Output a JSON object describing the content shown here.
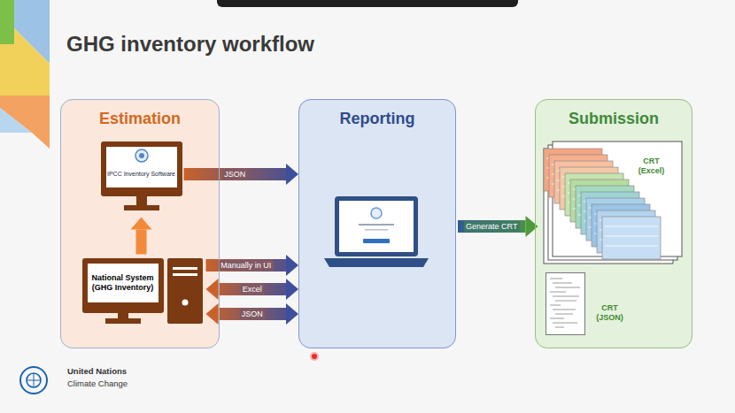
{
  "diagram": {
    "title": "GHG inventory workflow",
    "nodes": [
      {
        "text": [
          "Estimation"
        ]
      },
      {
        "text": [
          "IPCC Inventory Software"
        ],
        "in": 0
      },
      {
        "text": [
          "National System (GHG Inventory)"
        ],
        "in": 0
      },
      {
        "text": [
          "Reporting"
        ]
      },
      {
        "text": [
          "Submission"
        ]
      },
      {
        "text": [
          "CRT (Excel)"
        ],
        "in": 4
      },
      {
        "text": [
          "CRT (JSON)"
        ],
        "in": 4
      }
    ],
    "edges": [
      {
        "from": 2,
        "to": 1,
        "arrow": "to"
      },
      {
        "from": 1,
        "to": 3,
        "label": "JSON",
        "arrow": "to"
      },
      {
        "from": 2,
        "to": 3,
        "label": "Manually in UI",
        "arrow": "to"
      },
      {
        "from": 2,
        "to": 3,
        "label": "Excel",
        "arrow": "both"
      },
      {
        "from": 2,
        "to": 3,
        "label": "JSON",
        "arrow": "both"
      },
      {
        "from": 3,
        "to": 5,
        "label": "Generate CRT",
        "arrow": "to"
      }
    ],
    "labels": [
      "United Nations",
      "Climate Change"
    ]
  }
}
